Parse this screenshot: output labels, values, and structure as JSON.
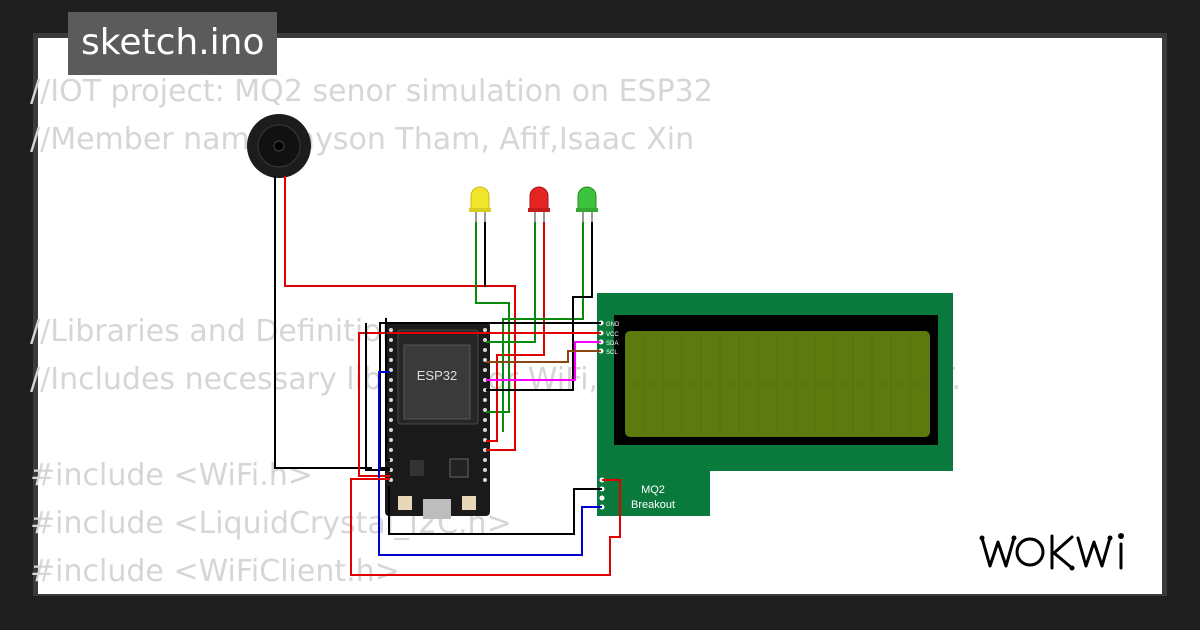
{
  "file_tab": {
    "label": "sketch.ino"
  },
  "code_lines": [
    "//IOT project: MQ2 senor simulation on ESP32",
    "//Member name: Jayson Tham, Afif,Isaac Xin",
    "",
    "",
    "",
    "//Libraries and Definitions",
    "//Includes necessary libraries for WiFi, LCD display, and MQTT.",
    "",
    "#include <WiFi.h>",
    "#include <LiquidCrystal_I2C.h>",
    "#include <WiFiClient.h>"
  ],
  "components": {
    "esp32": {
      "label": "ESP32"
    },
    "mq2": {
      "label_line1": "MQ2",
      "label_line2": "Breakout"
    },
    "lcd": {
      "pins": [
        "GND",
        "VCC",
        "SDA",
        "SCL"
      ],
      "pcb_color": "#0a7a3c",
      "screen_color": "#5d7a0e"
    },
    "leds": [
      {
        "color_name": "yellow",
        "color": "#f2e52a"
      },
      {
        "color_name": "red",
        "color": "#e52424"
      },
      {
        "color_name": "green",
        "color": "#3ec33e"
      }
    ],
    "buzzer": {
      "name": "buzzer"
    }
  },
  "wire_colors": {
    "black": "#000000",
    "red": "#e00000",
    "green": "#0a8a0a",
    "blue": "#0000d0",
    "magenta": "#ff00ff",
    "brown": "#8b4513"
  },
  "brand": {
    "logo_text": "WOKWi"
  }
}
